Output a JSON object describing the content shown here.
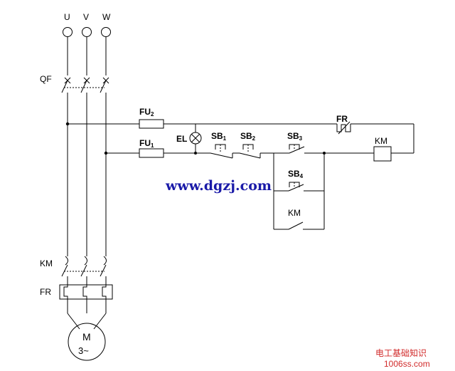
{
  "labels": {
    "phase_u": "U",
    "phase_v": "V",
    "phase_w": "W",
    "breaker": "QF",
    "contactor_main": "KM",
    "overload_main": "FR",
    "motor_letter": "M",
    "motor_phase": "3~",
    "fuse2": "FU",
    "fuse2_sub": "2",
    "fuse1": "FU",
    "fuse1_sub": "1",
    "lamp": "EL",
    "sb1": "SB",
    "sb1_sub": "1",
    "sb2": "SB",
    "sb2_sub": "2",
    "sb3": "SB",
    "sb3_sub": "3",
    "sb4": "SB",
    "sb4_sub": "4",
    "fr_contact": "FR",
    "coil": "KM",
    "aux_contact": "KM"
  },
  "watermark": {
    "site": "www.dgzj.com",
    "footer_cn": "电工基础知识",
    "footer_site": "1006ss.com"
  },
  "colors": {
    "watermark_site": "#1a1aa8",
    "watermark_footer": "#d12a2a"
  }
}
